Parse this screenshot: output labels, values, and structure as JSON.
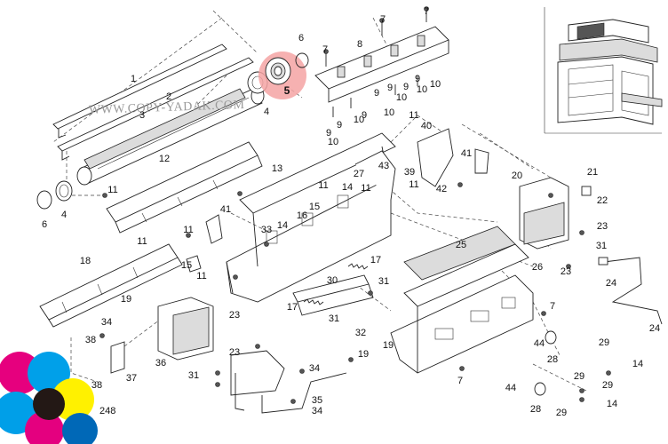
{
  "watermark": "WWW.COPY-YADAK.COM",
  "page_number": "248",
  "highlight_color": "#f4a3a3",
  "callouts": [
    {
      "id": "c-1",
      "label": "1"
    },
    {
      "id": "c-2",
      "label": "2"
    },
    {
      "id": "c-3",
      "label": "3"
    },
    {
      "id": "c-4a",
      "label": "4"
    },
    {
      "id": "c-4b",
      "label": "4"
    },
    {
      "id": "c-5",
      "label": "5"
    },
    {
      "id": "c-6a",
      "label": "6"
    },
    {
      "id": "c-6b",
      "label": "6"
    },
    {
      "id": "c-7a",
      "label": "7"
    },
    {
      "id": "c-7b",
      "label": "7"
    },
    {
      "id": "c-7c",
      "label": "7"
    },
    {
      "id": "c-7d",
      "label": "7"
    },
    {
      "id": "c-7e",
      "label": "7"
    },
    {
      "id": "c-8",
      "label": "8"
    },
    {
      "id": "c-9a",
      "label": "9"
    },
    {
      "id": "c-9b",
      "label": "9"
    },
    {
      "id": "c-9c",
      "label": "9"
    },
    {
      "id": "c-9d",
      "label": "9"
    },
    {
      "id": "c-9e",
      "label": "9"
    },
    {
      "id": "c-9f",
      "label": "9"
    },
    {
      "id": "c-9g",
      "label": "9"
    },
    {
      "id": "c-10a",
      "label": "10"
    },
    {
      "id": "c-10b",
      "label": "10"
    },
    {
      "id": "c-10c",
      "label": "10"
    },
    {
      "id": "c-10d",
      "label": "10"
    },
    {
      "id": "c-10e",
      "label": "10"
    },
    {
      "id": "c-10f",
      "label": "10"
    },
    {
      "id": "c-11a",
      "label": "11"
    },
    {
      "id": "c-11b",
      "label": "11"
    },
    {
      "id": "c-11c",
      "label": "11"
    },
    {
      "id": "c-11d",
      "label": "11"
    },
    {
      "id": "c-11e",
      "label": "11"
    },
    {
      "id": "c-11f",
      "label": "11"
    },
    {
      "id": "c-11g",
      "label": "11"
    },
    {
      "id": "c-11h",
      "label": "11"
    },
    {
      "id": "c-12",
      "label": "12"
    },
    {
      "id": "c-13",
      "label": "13"
    },
    {
      "id": "c-14a",
      "label": "14"
    },
    {
      "id": "c-14b",
      "label": "14"
    },
    {
      "id": "c-14c",
      "label": "14"
    },
    {
      "id": "c-14d",
      "label": "14"
    },
    {
      "id": "c-15a",
      "label": "15"
    },
    {
      "id": "c-15b",
      "label": "15"
    },
    {
      "id": "c-16",
      "label": "16"
    },
    {
      "id": "c-17a",
      "label": "17"
    },
    {
      "id": "c-17b",
      "label": "17"
    },
    {
      "id": "c-18",
      "label": "18"
    },
    {
      "id": "c-19a",
      "label": "19"
    },
    {
      "id": "c-19b",
      "label": "19"
    },
    {
      "id": "c-19c",
      "label": "19"
    },
    {
      "id": "c-20",
      "label": "20"
    },
    {
      "id": "c-21",
      "label": "21"
    },
    {
      "id": "c-22",
      "label": "22"
    },
    {
      "id": "c-23a",
      "label": "23"
    },
    {
      "id": "c-23b",
      "label": "23"
    },
    {
      "id": "c-23c",
      "label": "23"
    },
    {
      "id": "c-23d",
      "label": "23"
    },
    {
      "id": "c-24a",
      "label": "24"
    },
    {
      "id": "c-24b",
      "label": "24"
    },
    {
      "id": "c-25",
      "label": "25"
    },
    {
      "id": "c-26",
      "label": "26"
    },
    {
      "id": "c-27",
      "label": "27"
    },
    {
      "id": "c-28a",
      "label": "28"
    },
    {
      "id": "c-28b",
      "label": "28"
    },
    {
      "id": "c-29a",
      "label": "29"
    },
    {
      "id": "c-29b",
      "label": "29"
    },
    {
      "id": "c-29c",
      "label": "29"
    },
    {
      "id": "c-29d",
      "label": "29"
    },
    {
      "id": "c-30",
      "label": "30"
    },
    {
      "id": "c-31a",
      "label": "31"
    },
    {
      "id": "c-31b",
      "label": "31"
    },
    {
      "id": "c-31c",
      "label": "31"
    },
    {
      "id": "c-31d",
      "label": "31"
    },
    {
      "id": "c-32",
      "label": "32"
    },
    {
      "id": "c-33",
      "label": "33"
    },
    {
      "id": "c-34a",
      "label": "34"
    },
    {
      "id": "c-34b",
      "label": "34"
    },
    {
      "id": "c-34c",
      "label": "34"
    },
    {
      "id": "c-35",
      "label": "35"
    },
    {
      "id": "c-36",
      "label": "36"
    },
    {
      "id": "c-37",
      "label": "37"
    },
    {
      "id": "c-38a",
      "label": "38"
    },
    {
      "id": "c-38b",
      "label": "38"
    },
    {
      "id": "c-39",
      "label": "39"
    },
    {
      "id": "c-40",
      "label": "40"
    },
    {
      "id": "c-41a",
      "label": "41"
    },
    {
      "id": "c-41b",
      "label": "41"
    },
    {
      "id": "c-42",
      "label": "42"
    },
    {
      "id": "c-43",
      "label": "43"
    },
    {
      "id": "c-44a",
      "label": "44"
    },
    {
      "id": "c-44b",
      "label": "44"
    }
  ]
}
